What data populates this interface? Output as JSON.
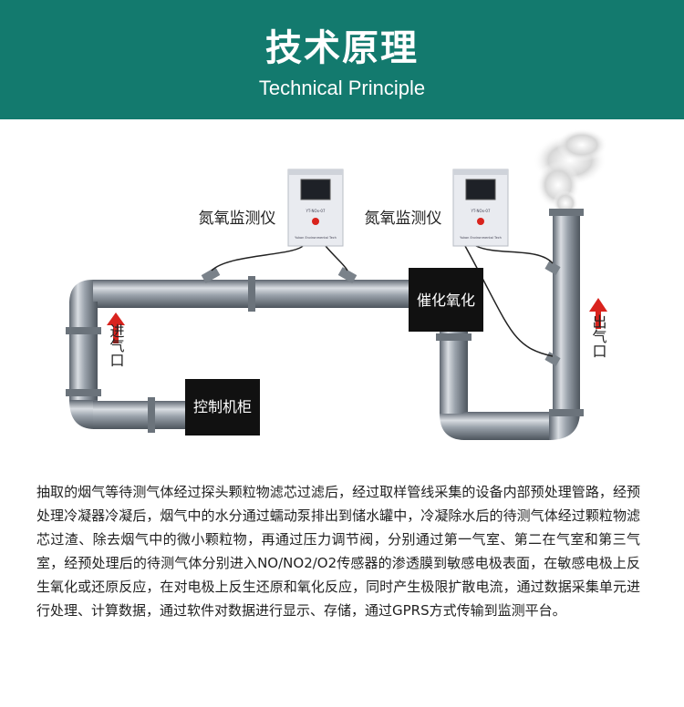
{
  "header": {
    "title_cn": "技术原理",
    "title_en": "Technical Principle",
    "bg_color": "#137a6e"
  },
  "diagram": {
    "analyzer_label_1": "氮氧监测仪",
    "analyzer_label_2": "氮氧监测仪",
    "device_screen_text": "YT-NOx-07",
    "device_footer_text": "Yukon Environmental Tech",
    "catalytic_box": "催化氧化",
    "control_box": "控制机柜",
    "inlet_label": "进气口",
    "outlet_label": "出气口",
    "arrow_color": "#d9231d"
  },
  "description": "抽取的烟气等待测气体经过探头颗粒物滤芯过滤后，经过取样管线采集的设备内部预处理管路，经预处理冷凝器冷凝后，烟气中的水分通过蠕动泵排出到储水罐中，冷凝除水后的待测气体经过颗粒物滤芯过渣、除去烟气中的微小颗粒物，再通过压力调节阀，分别通过第一气室、第二在气室和第三气室，经预处理后的待测气体分别进入NO/NO2/O2传感器的渗透膜到敏感电极表面，在敏感电极上反生氧化或还原反应，在对电极上反生还原和氧化反应，同时产生极限扩散电流，通过数据采集单元进行处理、计算数据，通过软件对数据进行显示、存储，通过GPRS方式传输到监测平台。"
}
